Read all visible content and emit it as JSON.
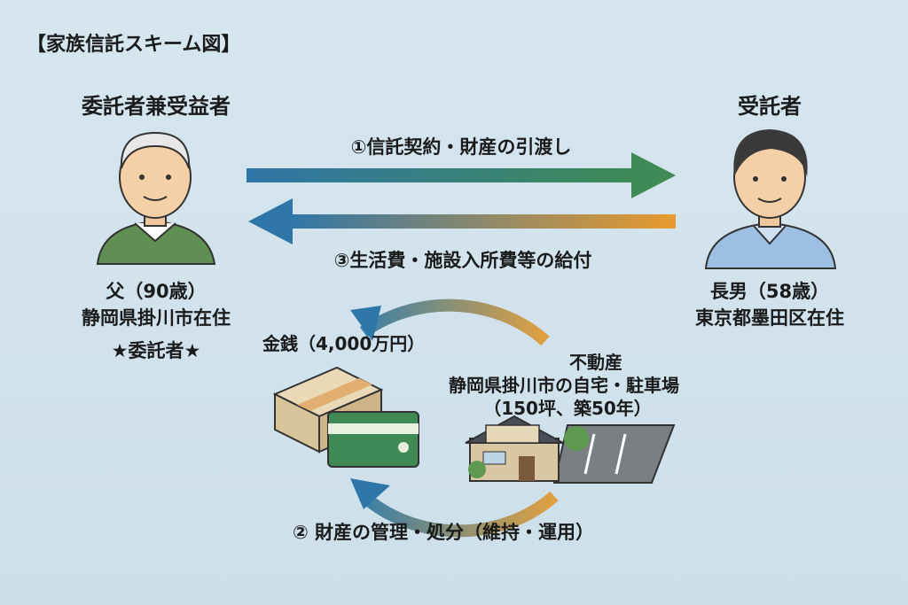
{
  "title": "【家族信託スキーム図】",
  "settlor": {
    "heading": "委託者兼受益者",
    "name": "父（90歳）",
    "residence": "静岡県掛川市在住",
    "role": "★委託者★"
  },
  "trustee": {
    "heading": "受託者",
    "name": "長男（58歳）",
    "residence": "東京都墨田区在住"
  },
  "flows": {
    "step1": "①信託契約・財産の引渡し",
    "step3": "③生活費・施設入所費等の給付",
    "step2": "② 財産の管理・処分（維持・運用）"
  },
  "assets": {
    "money": "金銭（4,000万円）",
    "real_estate_title": "不動産",
    "real_estate_desc": "静岡県掛川市の自宅・駐車場",
    "real_estate_detail": "（150坪、築50年）"
  },
  "colors": {
    "blue": "#2f76a8",
    "green": "#3f8a55",
    "orange": "#e89a2e",
    "background": "#d3e3ec"
  }
}
